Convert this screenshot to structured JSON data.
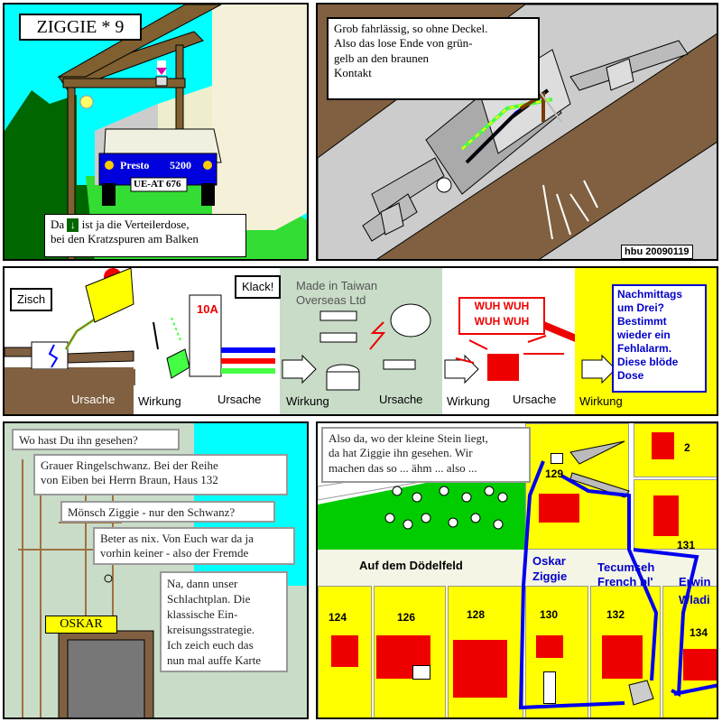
{
  "title": "ZIGGIE * 9",
  "panel1": {
    "plate_brand": "Presto",
    "plate_number_top": "5200",
    "plate_number": "UE-AT 676",
    "caption_line1_a": "Da",
    "caption_line1_b": "ist ja die Verteilerdose,",
    "caption_line2": "bei den Kratzspuren am Balken"
  },
  "panel2": {
    "bubble_line1": "Grob fahrlässig, so ohne Deckel.",
    "bubble_line2": "Also das lose Ende von grün-",
    "bubble_line3": "gelb an den braunen",
    "bubble_line4": "Kontakt",
    "signature": "hbu 20090119"
  },
  "strip2": {
    "zisch": "Zisch",
    "klack": "Klack!",
    "fuse": "10A",
    "taiwan_line1": "Made in Taiwan",
    "taiwan_line2": "Overseas Ltd",
    "alarm_line1": "WUH  WUH",
    "alarm_line2": "WUH  WUH",
    "ursache1": "Ursache",
    "wirkung1": "Wirkung",
    "ursache2": "Ursache",
    "wirkung2": "Wirkung",
    "ursache3": "Ursache",
    "wirkung3": "Wirkung",
    "ursache4": "Ursache",
    "wirkung4": "Wirkung",
    "thought": [
      "Nachmittags",
      "um Drei?",
      "Bestimmt",
      "wieder ein",
      "Fehlalarm.",
      "Diese blöde",
      "Dose"
    ]
  },
  "panel5": {
    "b1": "Wo hast Du ihn gesehen?",
    "b2_line1": "Grauer Ringelschwanz. Bei der Reihe",
    "b2_line2": "von Eiben bei Herrn Braun, Haus 132",
    "b3": "Mönsch Ziggie - nur den Schwanz?",
    "b4_line1": "Beter as nix. Von Euch war da ja",
    "b4_line2": "vorhin keiner - also der Fremde",
    "b5": [
      "Na, dann unser",
      "Schlachtplan. Die",
      "klassische Ein-",
      "kreisungsstrategie.",
      "Ich zeich euch das",
      "nun mal auffe Karte"
    ],
    "sign": "OSKAR"
  },
  "panel6": {
    "bubble_line1": "Also da, wo der kleine Stein liegt,",
    "bubble_line2": "da hat Ziggie ihn gesehen. Wir",
    "bubble_line3": "machen das so ... ähm ... also ...",
    "street": "Auf dem Dödelfeld",
    "lots": [
      "2",
      "129",
      "131",
      "124",
      "126",
      "128",
      "130",
      "132",
      "134"
    ],
    "oskar": "Oskar",
    "ziggie": "Ziggie",
    "tecumseh": "Tecumseh",
    "french": "French bl'",
    "erwin": "Erwin",
    "wladi": "Wladi"
  }
}
